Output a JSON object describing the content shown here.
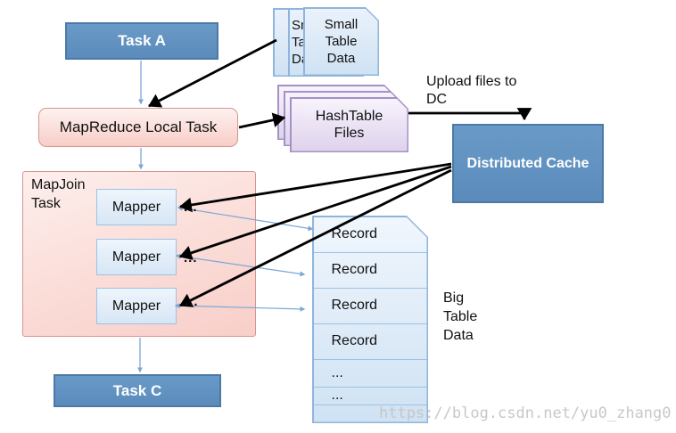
{
  "diagram": {
    "task_a": "Task A",
    "task_c": "Task C",
    "mapreduce_local_task": "MapReduce Local Task",
    "mapjoin_task": [
      "MapJoin",
      "Task"
    ],
    "mappers": [
      "Mapper",
      "Mapper",
      "Mapper"
    ],
    "mapper_dots": [
      "...",
      "...",
      "..."
    ],
    "small_table_data": [
      "Small",
      "Table",
      "Data"
    ],
    "hashtable_files": [
      "HashTable",
      "Files"
    ],
    "distributed_cache": "Distributed Cache",
    "upload_label": [
      "Upload files to",
      "DC"
    ],
    "big_table_data": [
      "Big",
      "Table",
      "Data"
    ],
    "record_rows": [
      "Record",
      "Record",
      "Record",
      "Record",
      "...",
      "..."
    ]
  },
  "watermark": "https://blog.csdn.net/yu0_zhang0",
  "colors": {
    "blue_node_fill": "#6191c1",
    "blue_node_border": "#4d79a6",
    "pink_fill_light": "#fdf2f0",
    "pink_fill": "#f8cdc7",
    "pink_border": "#d7958e",
    "mapper_fill_top": "#eef5fc",
    "mapper_fill_bottom": "#d7e6f5",
    "mapper_border": "#9dc2e5",
    "table_fill_top": "#eaf2fb",
    "table_fill_bottom": "#cfe2f3",
    "table_border": "#8fb5dc",
    "purple_fill_top": "#f8f3fc",
    "purple_fill_bottom": "#ded2ec",
    "purple_border": "#a492c5",
    "arrow_black": "#000000",
    "arrow_blue": "#7ba7d7",
    "watermark_gray": "#c4c4c4"
  }
}
